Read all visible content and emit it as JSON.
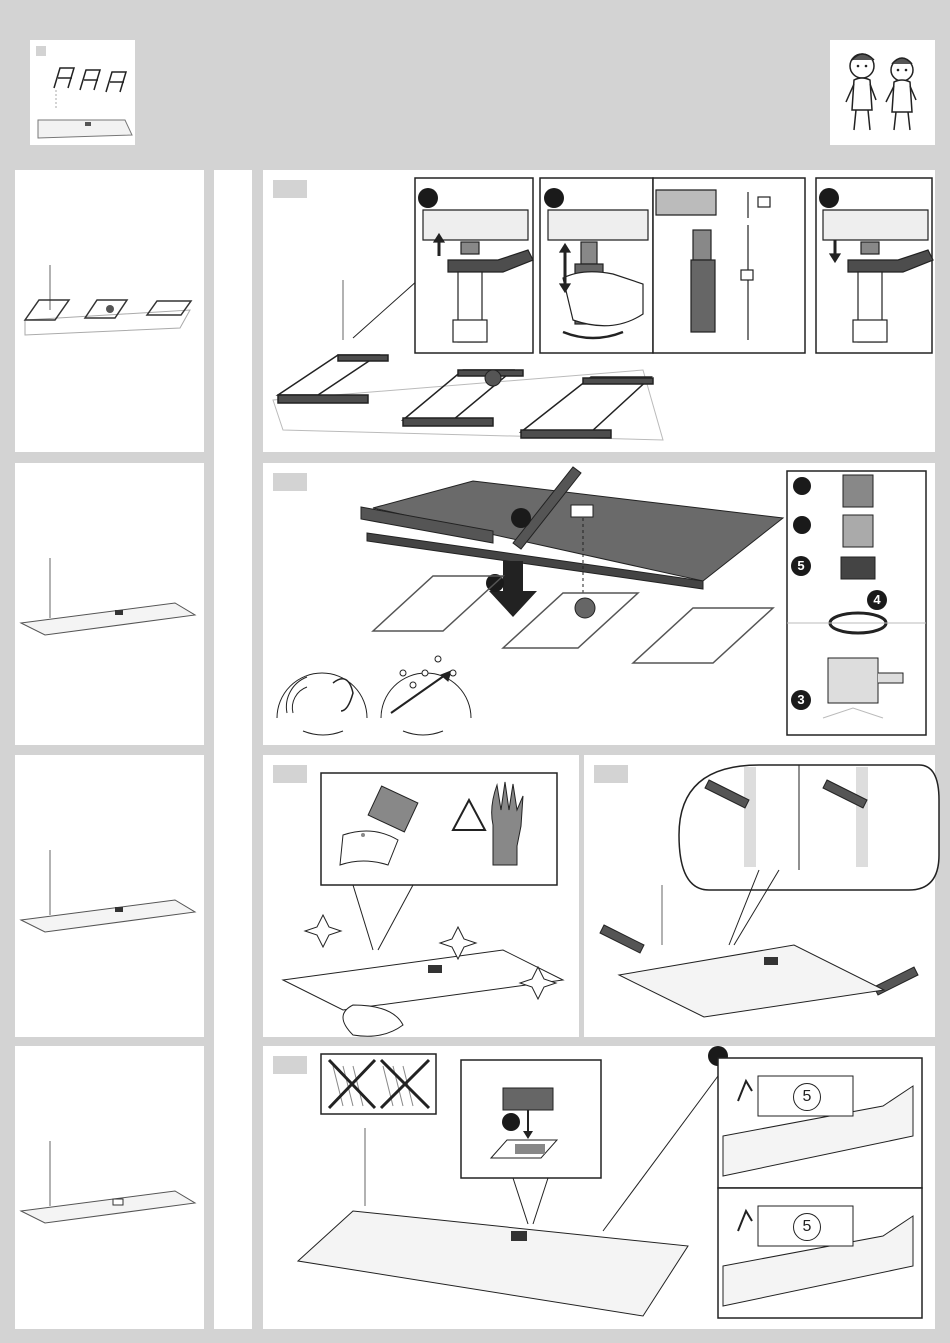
{
  "colors": {
    "frame": "#d3d3d3",
    "panel": "#ffffff",
    "ink": "#1a1a1a",
    "tray": "#f2f2f2",
    "dark_fill": "#4d4d4d"
  },
  "badges": {
    "step5": "5",
    "step4": "4",
    "step3": "3",
    "cover_a": "5",
    "cover_b": "5"
  },
  "icons": [
    "workers-icon",
    "frame-icon",
    "spanner-icon",
    "hand-icon",
    "spirit-level-icon",
    "drain-parts-icon",
    "ear-icon",
    "water-drops-icon",
    "cleaner-bottle-icon",
    "warning-triangle-icon",
    "glove-icon",
    "sealant-gun-icon",
    "no-shower-icon",
    "drain-cover-icon"
  ]
}
